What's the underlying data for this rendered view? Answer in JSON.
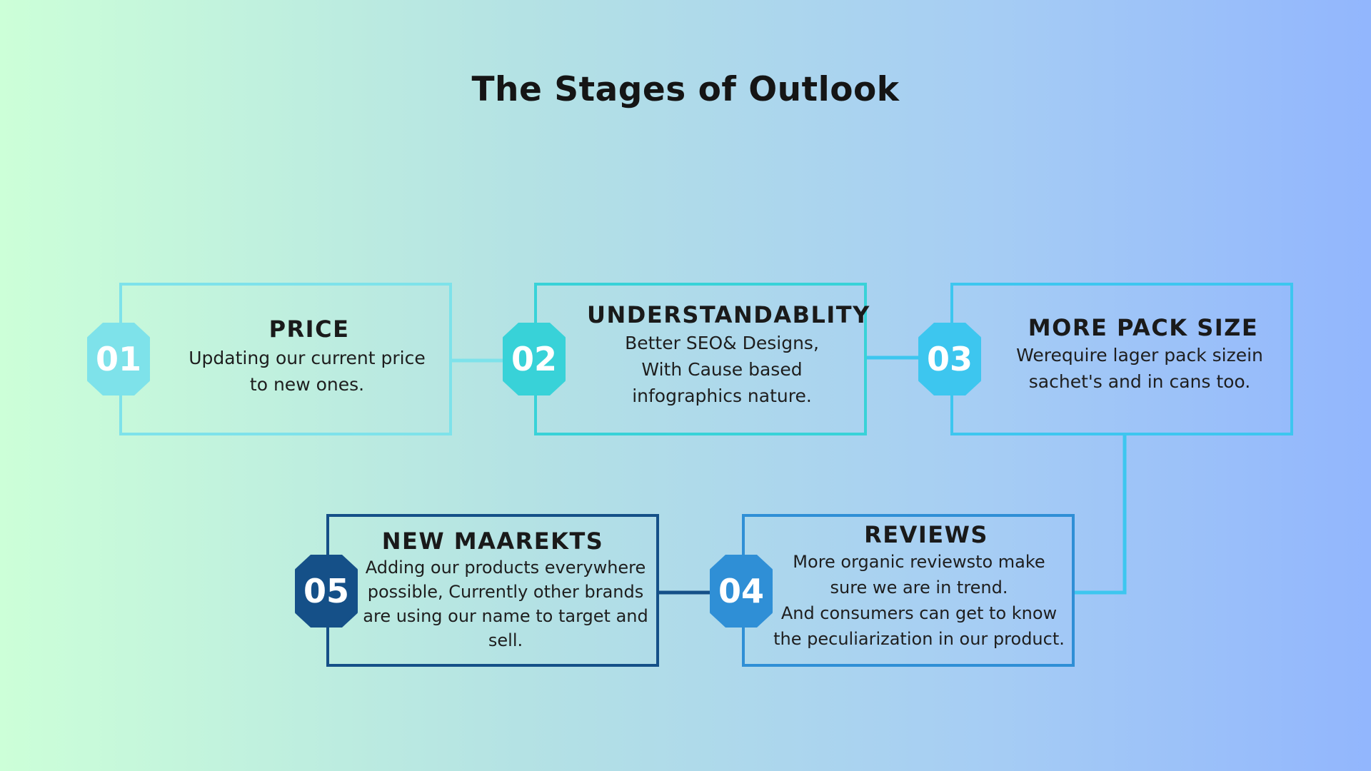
{
  "title": "The Stages of Outlook",
  "colors": {
    "stage1": "#7ee2ea",
    "stage2": "#38d2d8",
    "stage3": "#3dc6ef",
    "stage4": "#2f8fd6",
    "stage5": "#155088",
    "text": "#1a1a1a",
    "badge_text": "#ffffff"
  },
  "stages": [
    {
      "number": "01",
      "heading": "PRICE",
      "description": "Updating our current price\nto new ones."
    },
    {
      "number": "02",
      "heading": "UNDERSTANDABLITY",
      "description": "Better SEO& Designs,\nWith Cause based\ninfographics nature."
    },
    {
      "number": "03",
      "heading": "MORE PACK SIZE",
      "description": "Werequire lager pack sizein\nsachet's and in cans too."
    },
    {
      "number": "04",
      "heading": "REVIEWS",
      "description": "More organic reviewsto make\nsure we are in trend.\nAnd consumers can get to know\nthe peculiarization in our product."
    },
    {
      "number": "05",
      "heading": "NEW MAAREKTS",
      "description": "Adding our products everywhere\npossible, Currently other brands\nare using our name to target and\nsell."
    }
  ]
}
